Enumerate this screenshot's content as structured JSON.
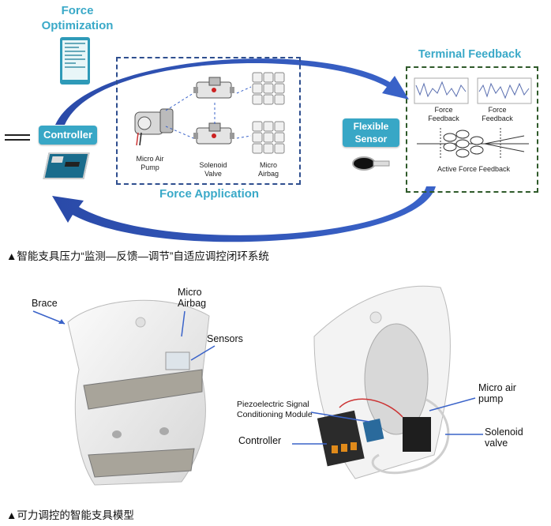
{
  "diagram": {
    "force_optimization": "Force\nOptimization",
    "terminal_feedback": "Terminal Feedback",
    "controller": "Controller",
    "flexible_sensor": "Flexible\nSensor",
    "force_application": "Force Application",
    "components": {
      "pump": "Micro Air\nPump",
      "valve": "Solenoid\nValve",
      "airbag": "Micro\nAirbag"
    },
    "feedback": {
      "force1": "Force\nFeedback",
      "force2": "Force\nFeedback",
      "active": "Active Force Feedback"
    }
  },
  "caption1": "▲智能支具压力“监测—反馈—调节”自适应调控闭环系统",
  "photo": {
    "brace": "Brace",
    "micro_airbag": "Micro\nAirbag",
    "sensors": "Sensors",
    "piezo": "Piezoelectric Signal\nConditioning Module",
    "controller": "Controller",
    "micro_air_pump": "Micro air\npump",
    "solenoid_valve": "Solenoid\nvalve"
  },
  "caption2": "▲可力调控的智能支具模型"
}
